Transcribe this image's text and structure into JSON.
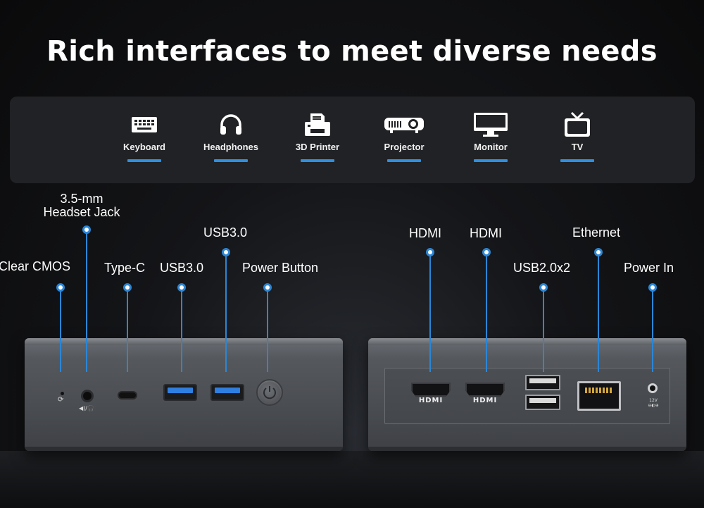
{
  "headline": "Rich interfaces to meet diverse needs",
  "devices": [
    {
      "label": "Keyboard",
      "icon": "keyboard-icon"
    },
    {
      "label": "Headphones",
      "icon": "headphones-icon"
    },
    {
      "label": "3D Printer",
      "icon": "printer-icon"
    },
    {
      "label": "Projector",
      "icon": "projector-icon"
    },
    {
      "label": "Monitor",
      "icon": "monitor-icon"
    },
    {
      "label": "TV",
      "icon": "tv-icon"
    }
  ],
  "front_ports": {
    "clear_cmos": "Clear CMOS",
    "headset_jack_line1": "3.5-mm",
    "headset_jack_line2": "Headset Jack",
    "type_c": "Type-C",
    "usb3_a": "USB3.0",
    "usb3_b": "USB3.0",
    "power_button": "Power Button"
  },
  "rear_ports": {
    "hdmi_1": "HDMI",
    "hdmi_2": "HDMI",
    "usb2": "USB2.0x2",
    "ethernet": "Ethernet",
    "power_in": "Power In"
  },
  "hdmi_logo_text": "HDMI",
  "dc_marking_line1": "12V",
  "dc_marking_line2": "⊖◐⊕",
  "jack_marking": "◀)/🎧",
  "accent_color": "#2b86d6"
}
